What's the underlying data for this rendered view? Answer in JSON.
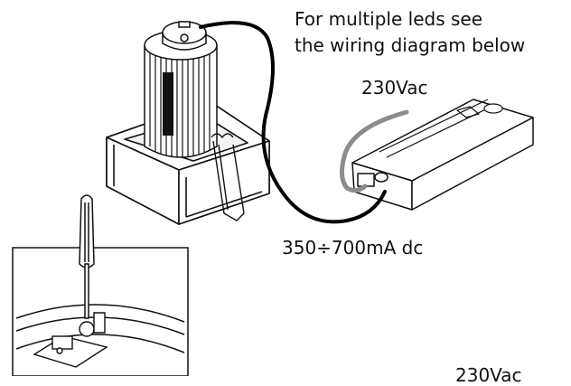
{
  "notes": {
    "line1": "For multiple leds see",
    "line2": "the wiring diagram below"
  },
  "labels": {
    "ac_top": "230Vac",
    "dc_current": "350÷700mA dc",
    "ac_bottom": "230Vac"
  },
  "colors": {
    "ink": "#111111",
    "dc_cable": "#000000",
    "ac_cable": "#8c8c8c",
    "background": "#ffffff"
  }
}
